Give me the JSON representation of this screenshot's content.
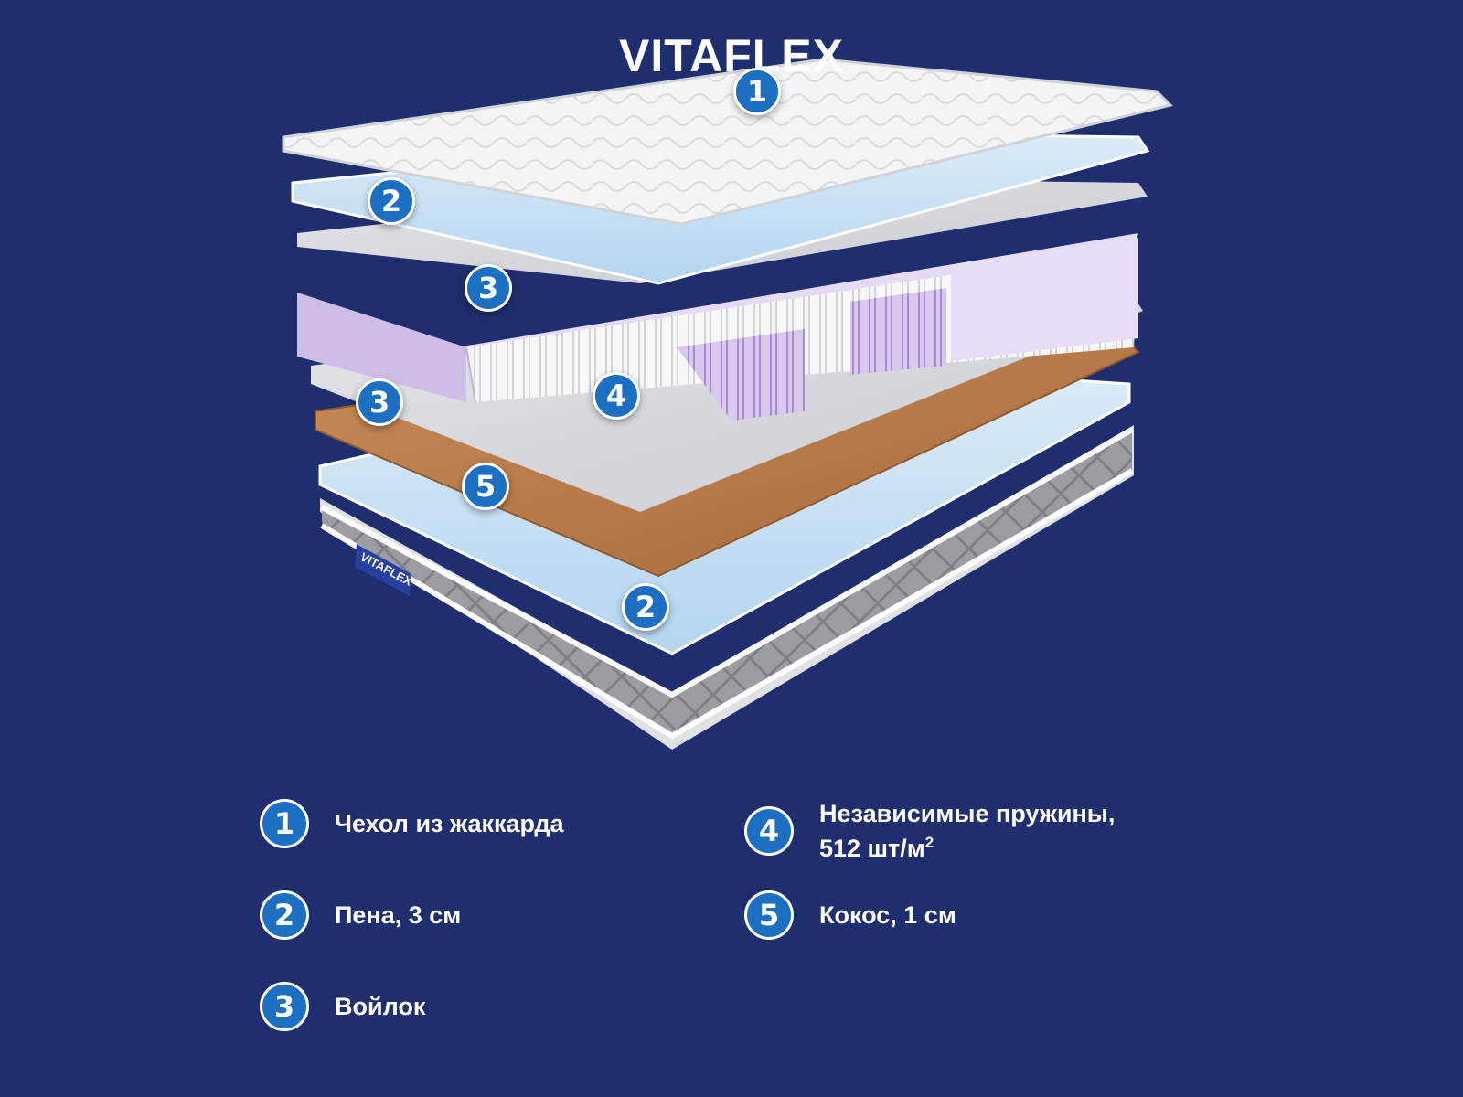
{
  "brand": {
    "logo_text": "VITAFLEX",
    "tag_text": "VITAFLEX"
  },
  "colors": {
    "background": "#1f2e6e",
    "badge": "#1d6fc2",
    "badge_border": "#ffffff",
    "text": "#ffffff"
  },
  "diagram_badges": [
    "1",
    "2",
    "3",
    "3",
    "4",
    "5",
    "2"
  ],
  "legend": {
    "items": [
      {
        "number": "1",
        "text": "Чехол из жаккарда"
      },
      {
        "number": "2",
        "text": "Пена, 3 см"
      },
      {
        "number": "3",
        "text": "Войлок"
      },
      {
        "number": "4",
        "text": "Независимые пружины,",
        "text2": "512 шт/м",
        "sup": "2"
      },
      {
        "number": "5",
        "text": "Кокос, 1 см"
      }
    ]
  }
}
